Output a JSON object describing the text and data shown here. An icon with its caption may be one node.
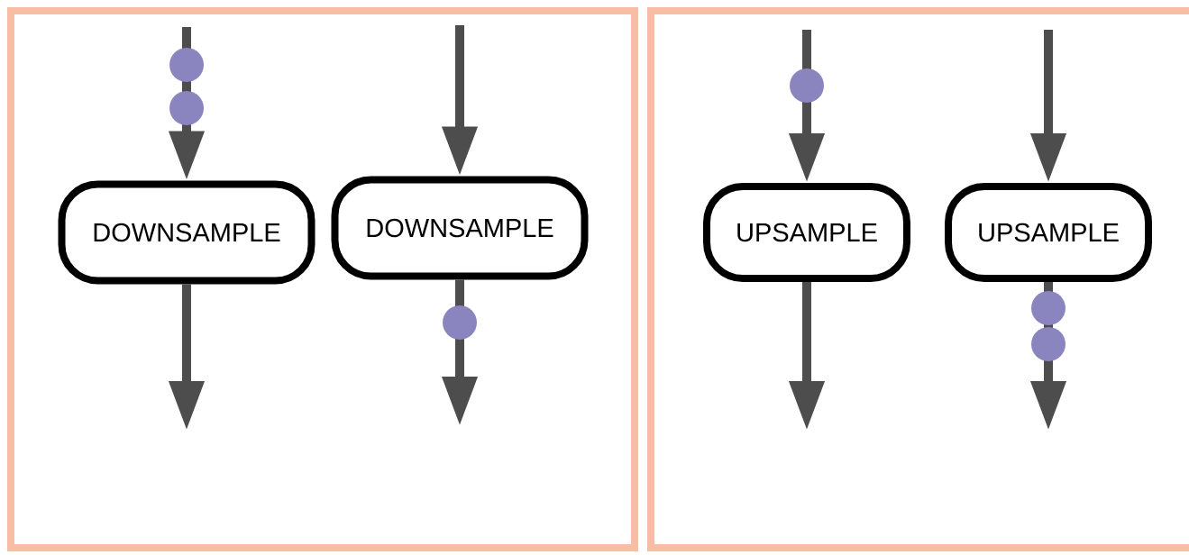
{
  "diagram": {
    "nodes": [
      {
        "text": [],
        "shape": "box"
      },
      {
        "text": [
          "DOWNSAMPLE"
        ],
        "in": 0
      },
      {
        "text": [
          "DOWNSAMPLE"
        ],
        "in": 0
      },
      {
        "text": [],
        "shape": "box"
      },
      {
        "text": [
          "UPSAMPLE"
        ],
        "in": 3
      },
      {
        "text": [
          "UPSAMPLE"
        ],
        "in": 3
      }
    ],
    "edges": [
      {
        "from": null,
        "to": 1,
        "arrow": "to"
      },
      {
        "from": 1,
        "to": null,
        "arrow": "to"
      },
      {
        "from": null,
        "to": 2,
        "arrow": "to"
      },
      {
        "from": 2,
        "to": null,
        "arrow": "to"
      },
      {
        "from": null,
        "to": 4,
        "arrow": "to"
      },
      {
        "from": 4,
        "to": null,
        "arrow": "to"
      },
      {
        "from": null,
        "to": 5,
        "arrow": "to"
      },
      {
        "from": 5,
        "to": null,
        "arrow": "to"
      }
    ]
  }
}
